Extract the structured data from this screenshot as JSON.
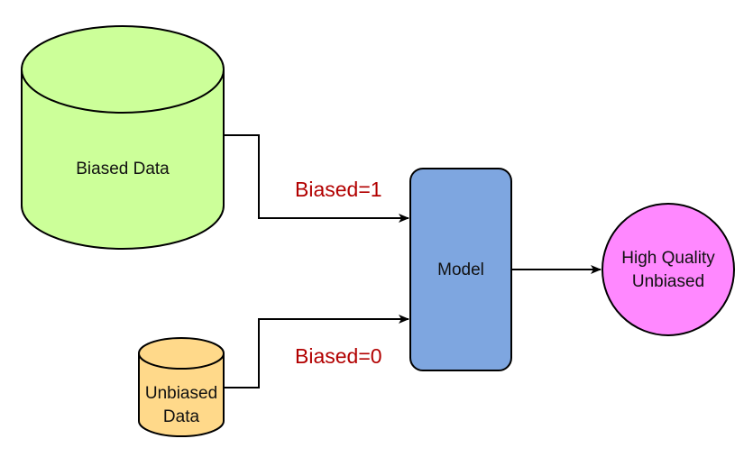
{
  "diagram": {
    "nodes": {
      "biased_data": {
        "label": "Biased Data",
        "fill": "#ccff99"
      },
      "unbiased_data": {
        "label_line1": "Unbiased",
        "label_line2": "Data",
        "fill": "#ffd98a"
      },
      "model": {
        "label": "Model",
        "fill": "#7ea6e0"
      },
      "output": {
        "label_line1": "High Quality",
        "label_line2": "Unbiased",
        "fill": "#ff88ff"
      }
    },
    "edges": {
      "biased_to_model": {
        "label": "Biased=1"
      },
      "unbiased_to_model": {
        "label": "Biased=0"
      }
    },
    "colors": {
      "stroke": "#000000",
      "edge_label": "#b20000"
    }
  }
}
